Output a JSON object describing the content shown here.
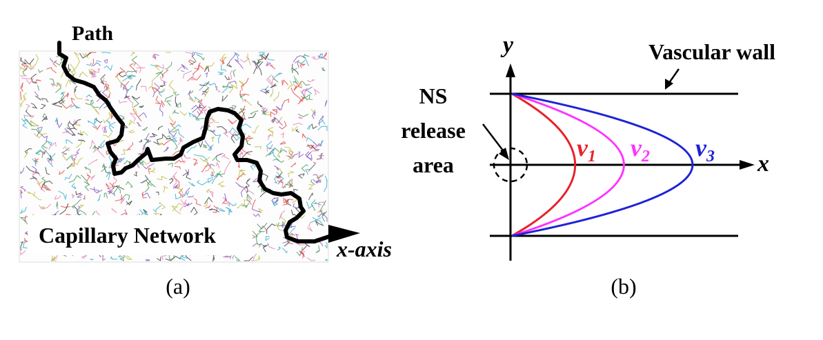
{
  "panel_a": {
    "path_label": "Path",
    "network_label": "Capillary Network",
    "axis_label": "x-axis",
    "caption": "(a)",
    "colors": {
      "path": "#000000",
      "noise": [
        "#e23b3b",
        "#2aa7c9",
        "#3f8f4f",
        "#b9b93a",
        "#7d4fb8",
        "#e07ab0",
        "#333333"
      ]
    }
  },
  "panel_b": {
    "y_label": "y",
    "x_label": "x",
    "wall_label": "Vascular wall",
    "release_label_lines": [
      "NS",
      "release",
      "area"
    ],
    "caption": "(b)",
    "profiles": [
      {
        "symbol": "v",
        "subscript": "1",
        "color": "#e8212a",
        "relative_peak": 0.35
      },
      {
        "symbol": "v",
        "subscript": "2",
        "color": "#ff33ff",
        "relative_peak": 0.62
      },
      {
        "symbol": "v",
        "subscript": "3",
        "color": "#1f22d6",
        "relative_peak": 1.0
      }
    ]
  }
}
